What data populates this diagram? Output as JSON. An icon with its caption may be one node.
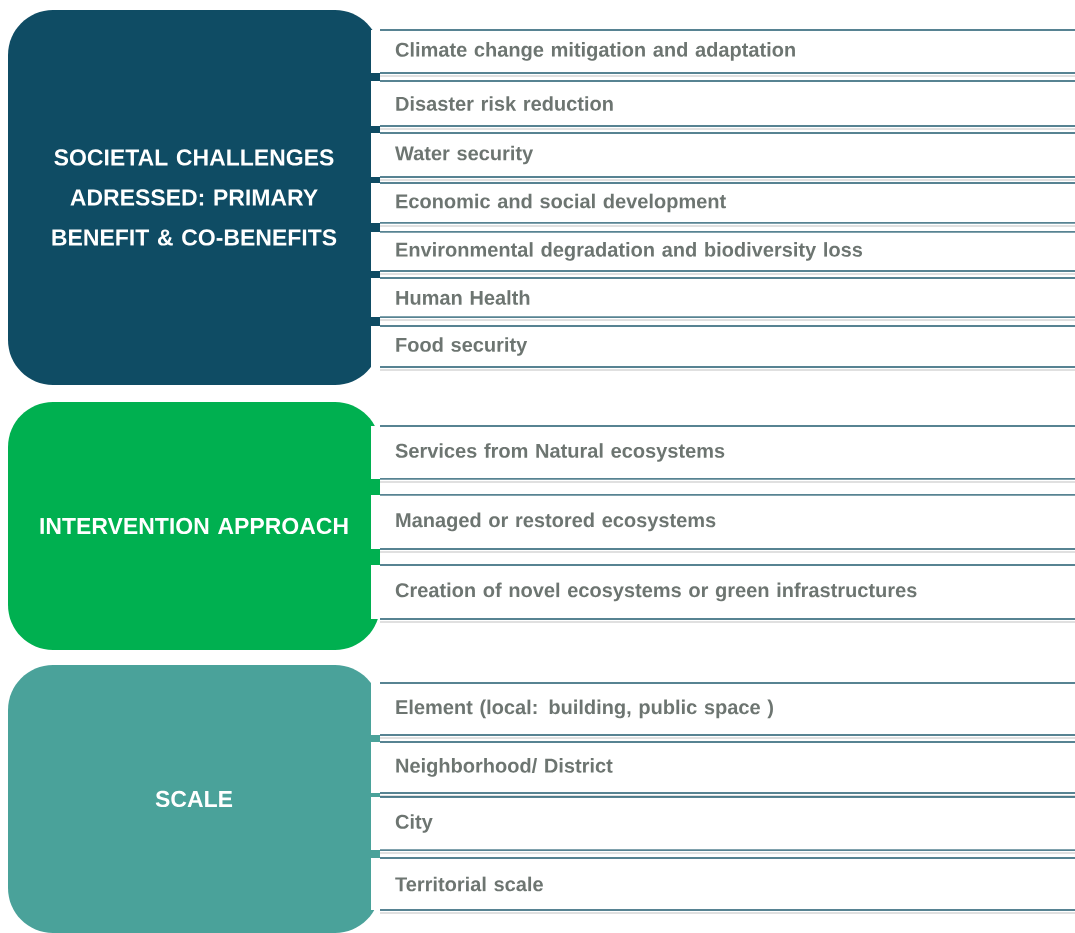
{
  "diagram": {
    "nodes": [
      {
        "text": [
          "SOCIETAL CHALLENGES ADRESSED: PRIMARY BENEFIT & CO-BENEFITS"
        ]
      },
      {
        "text": [
          "Climate change mitigation and adaptation"
        ]
      },
      {
        "text": [
          "Disaster risk reduction"
        ]
      },
      {
        "text": [
          "Water security"
        ]
      },
      {
        "text": [
          "Economic and social development"
        ]
      },
      {
        "text": [
          "Environmental degradation and biodiversity loss"
        ]
      },
      {
        "text": [
          "Human Health"
        ]
      },
      {
        "text": [
          "Food security"
        ]
      },
      {
        "text": [
          "INTERVENTION APPROACH"
        ]
      },
      {
        "text": [
          "Services from Natural ecosystems"
        ]
      },
      {
        "text": [
          "Managed or restored ecosystems"
        ]
      },
      {
        "text": [
          "Creation of novel ecosystems or green infrastructures"
        ]
      },
      {
        "text": [
          "SCALE"
        ]
      },
      {
        "text": [
          "Element (local: building, public space )"
        ]
      },
      {
        "text": [
          "Neighborhood/  District"
        ]
      },
      {
        "text": [
          "City"
        ]
      },
      {
        "text": [
          "Territorial scale"
        ]
      }
    ]
  }
}
